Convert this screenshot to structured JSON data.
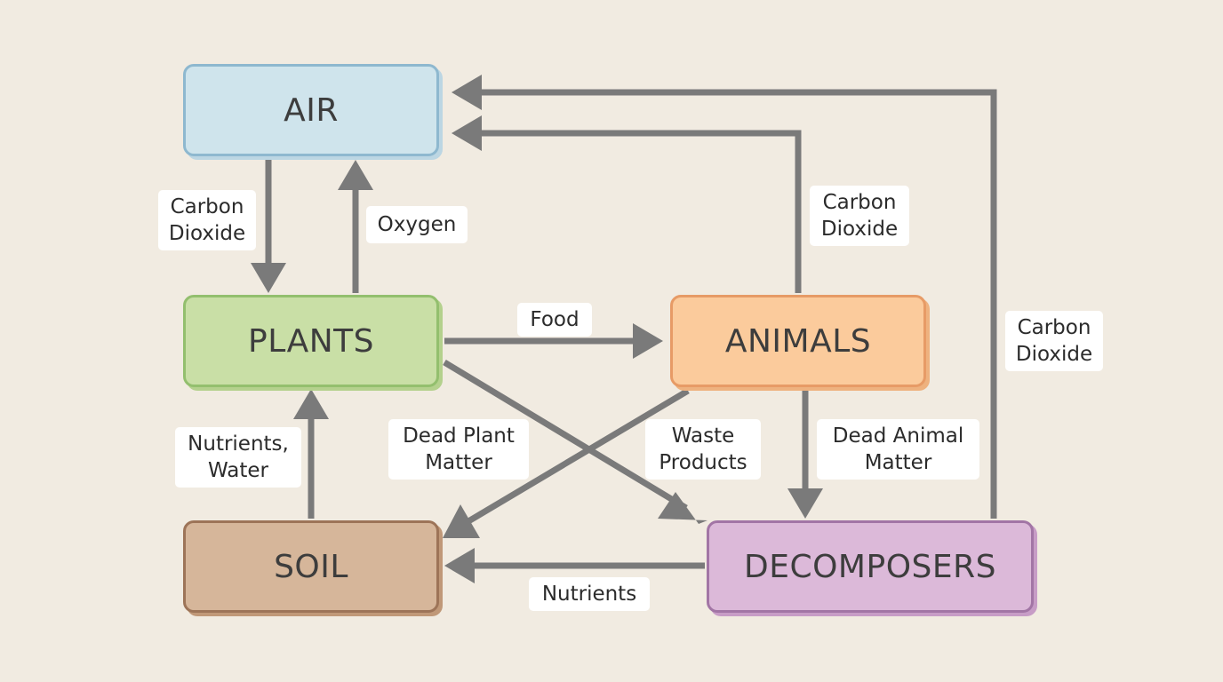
{
  "nodes": {
    "air": "AIR",
    "plants": "PLANTS",
    "animals": "ANIMALS",
    "soil": "SOIL",
    "decomposers": "DECOMPOSERS"
  },
  "edges": {
    "air_to_plants": "Carbon\nDioxide",
    "plants_to_air": "Oxygen",
    "plants_to_animals": "Food",
    "animals_to_air": "Carbon\nDioxide",
    "decomposers_to_air": "Carbon\nDioxide",
    "soil_to_plants": "Nutrients,\nWater",
    "plants_to_decomposers": "Dead Plant\nMatter",
    "animals_to_soil": "Waste\nProducts",
    "animals_to_decomposers": "Dead Animal\nMatter",
    "decomposers_to_soil": "Nutrients"
  },
  "colors": {
    "background": "#f1ebe1",
    "arrow": "#7a7a7a",
    "air": "#cfe4ec",
    "plants": "#c9dfa6",
    "animals": "#fbcb9c",
    "soil": "#d6b69a",
    "decomposers": "#dcb9d9"
  }
}
